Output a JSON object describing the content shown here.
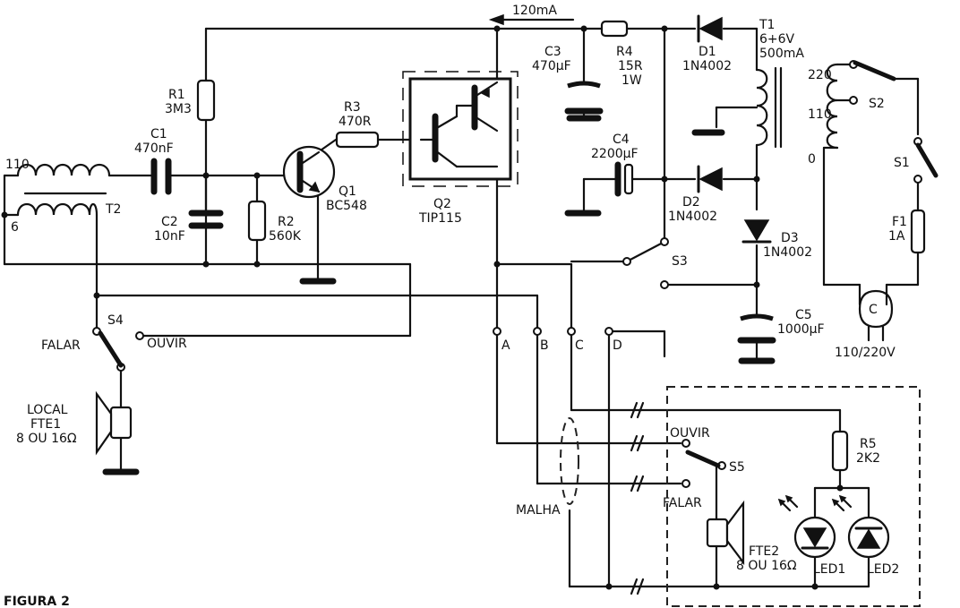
{
  "figure_label": "FIGURA 2",
  "current_label": "120mA",
  "components": {
    "T2": {
      "ref": "T2",
      "tap_high": "110",
      "tap_low": "6"
    },
    "C1": {
      "ref": "C1",
      "value": "470nF"
    },
    "R1": {
      "ref": "R1",
      "value": "3M3"
    },
    "C2": {
      "ref": "C2",
      "value": "10nF"
    },
    "R2": {
      "ref": "R2",
      "value": "560K"
    },
    "R3": {
      "ref": "R3",
      "value": "470R"
    },
    "Q1": {
      "ref": "Q1",
      "value": "BC548"
    },
    "Q2": {
      "ref": "Q2",
      "value": "TIP115"
    },
    "C3": {
      "ref": "C3",
      "value": "470µF"
    },
    "R4": {
      "ref": "R4",
      "value": "15R",
      "power": "1W"
    },
    "C4": {
      "ref": "C4",
      "value": "2200µF"
    },
    "D1": {
      "ref": "D1",
      "value": "1N4002"
    },
    "D2": {
      "ref": "D2",
      "value": "1N4002"
    },
    "D3": {
      "ref": "D3",
      "value": "1N4002"
    },
    "C5": {
      "ref": "C5",
      "value": "1000µF"
    },
    "T1": {
      "ref": "T1",
      "value": "6+6V",
      "current": "500mA",
      "tap_220": "220",
      "tap_110": "110",
      "tap_0": "0"
    },
    "S1": {
      "ref": "S1"
    },
    "S2": {
      "ref": "S2"
    },
    "S3": {
      "ref": "S3"
    },
    "S4": {
      "ref": "S4",
      "pos_talk": "FALAR",
      "pos_listen": "OUVIR"
    },
    "S5": {
      "ref": "S5",
      "pos_listen": "OUVIR",
      "pos_talk": "FALAR"
    },
    "F1": {
      "ref": "F1",
      "value": "1A"
    },
    "R5": {
      "ref": "R5",
      "value": "2K2"
    },
    "LED1": {
      "ref": "LED1"
    },
    "LED2": {
      "ref": "LED2"
    },
    "FTE1": {
      "line1": "LOCAL",
      "line2": "FTE1",
      "value": "8 OU 16Ω"
    },
    "FTE2": {
      "ref": "FTE2",
      "value": "8 OU 16Ω"
    },
    "plug": {
      "value": "110/220V"
    }
  },
  "terminals": [
    "A",
    "B",
    "C",
    "D"
  ],
  "shield_label": "MALHA"
}
